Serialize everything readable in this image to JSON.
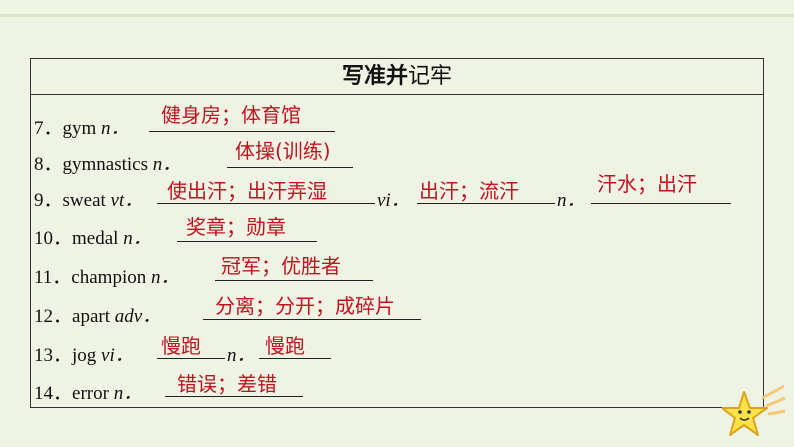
{
  "title_bold": "写准并",
  "title_rest": "记牢",
  "entries": [
    {
      "num": "7．",
      "word": "gym",
      "pos": "n．",
      "ans": "健身房；体育馆"
    },
    {
      "num": "8．",
      "word": "gymnastics",
      "pos": "n．",
      "ans": "体操(训练)"
    },
    {
      "num": "9．",
      "word": "sweat",
      "pos": "vt．",
      "ans": "使出汗；出汗弄湿",
      "pos2": "vi．",
      "ans2": "出汗；流汗",
      "pos3": "n．",
      "ans3": "汗水；出汗"
    },
    {
      "num": "10．",
      "word": "medal",
      "pos": "n．",
      "ans": "奖章；勋章"
    },
    {
      "num": "11．",
      "word": "champion",
      "pos": "n．",
      "ans": "冠军；优胜者"
    },
    {
      "num": "12．",
      "word": "apart",
      "pos": "adv．",
      "ans": "分离；分开；成碎片"
    },
    {
      "num": "13．",
      "word": "jog",
      "pos": "vi．",
      "ans": "慢跑",
      "pos2": "n．",
      "ans2": "慢跑"
    },
    {
      "num": "14．",
      "word": "error",
      "pos": "n．",
      "ans": "错误；差错"
    }
  ],
  "colors": {
    "background": "#eef3e4",
    "answer": "#c1121f",
    "border": "#333333"
  }
}
